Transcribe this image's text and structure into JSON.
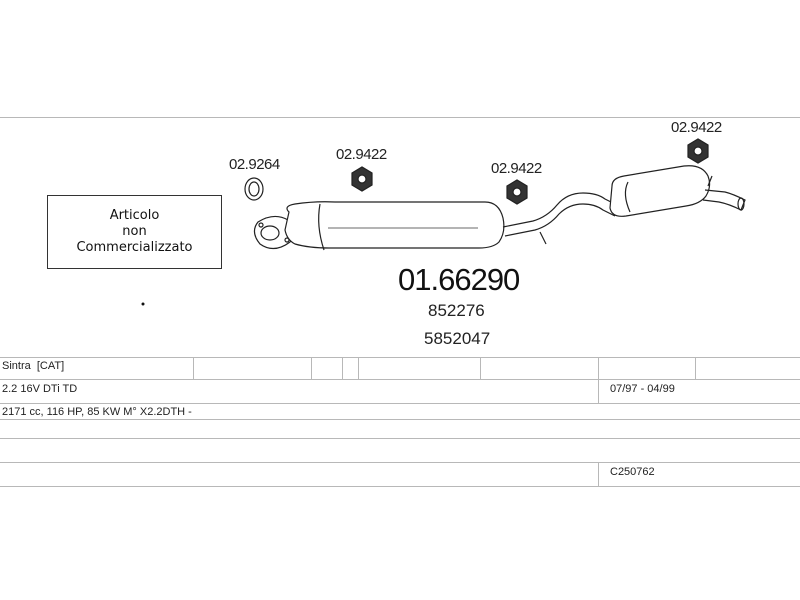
{
  "diagram": {
    "not_sold_box": [
      "Articolo",
      "non",
      "Commercializzato"
    ],
    "part_labels": {
      "gasket": "02.9264",
      "hanger_left": "02.9422",
      "hanger_middle": "02.9422",
      "hanger_right": "02.9422"
    },
    "main_part_number": "01.66290",
    "oem_numbers": [
      "852276",
      "5852047"
    ]
  },
  "table": {
    "model": "Sintra  [CAT]",
    "engine": "2.2 16V DTi TD",
    "years": "07/97 - 04/99",
    "specs": "2171 cc, 116 HP, 85 KW M° X2.2DTH -",
    "code": "C250762"
  }
}
